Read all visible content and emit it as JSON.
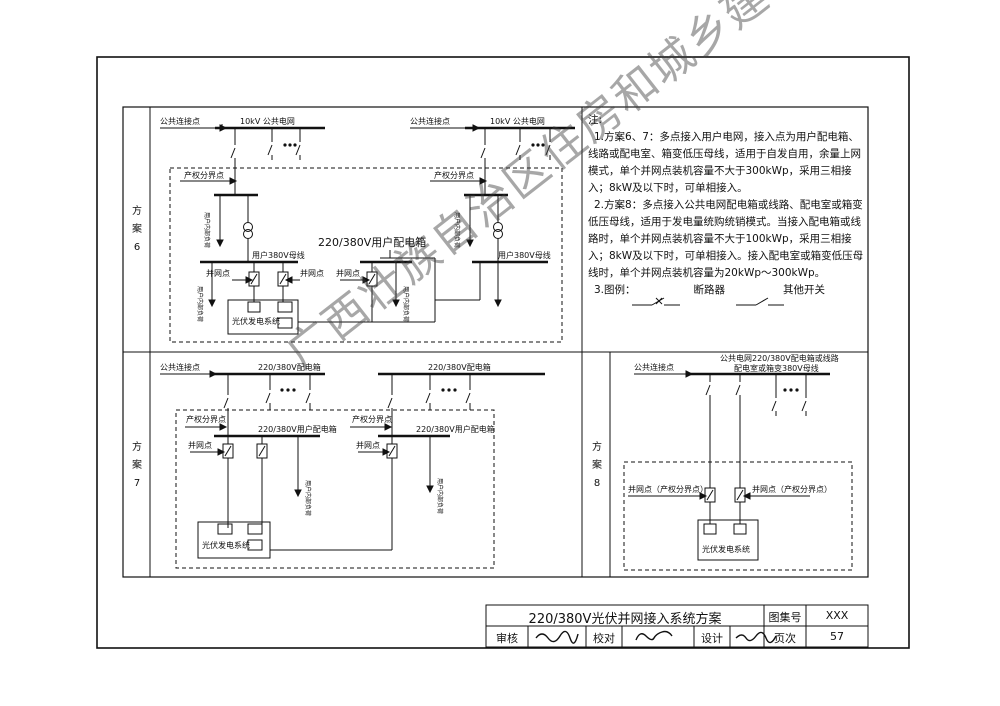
{
  "scheme_labels": {
    "s6": [
      "方",
      "案",
      "6"
    ],
    "s7": [
      "方",
      "案",
      "7"
    ],
    "s8": [
      "方",
      "案",
      "8"
    ]
  },
  "s6": {
    "left": {
      "pcc": "公共连接点",
      "grid": "10kV 公共电网",
      "boundary": "产权分界点",
      "user_bus": "用户380V母线",
      "gcp": "并网点",
      "load_a": "用户内部负荷",
      "load_b": "用户内部负荷",
      "pv": "光伏发电系统"
    },
    "right": {
      "pcc": "公共连接点",
      "grid": "10kV 公共电网",
      "boundary": "产权分界点",
      "user_bus": "用户380V母线",
      "load_a": "用户内部负荷",
      "load_b": "用户内部负荷"
    },
    "center_box": "220/380V用户配电箱",
    "center_gcp": "并网点"
  },
  "s7": {
    "left": {
      "pcc": "公共连接点",
      "box": "220/380V配电箱",
      "boundary": "产权分界点",
      "user_box": "220/380V用户配电箱",
      "gcp": "并网点",
      "load": "用户内部负荷",
      "pv": "光伏发电系统"
    },
    "right": {
      "box": "220/380V配电箱",
      "boundary": "产权分界点",
      "user_box": "220/380V用户配电箱",
      "gcp": "并网点",
      "load": "用户内部负荷"
    }
  },
  "s8": {
    "pcc": "公共连接点",
    "bus_line1": "公共电网220/380V配电箱或线路",
    "bus_line2": "配电室或箱变380V母线",
    "gcp_left": "并网点（产权分界点）",
    "gcp_right": "并网点（产权分界点）",
    "pv": "光伏发电系统"
  },
  "notes": {
    "heading": "注:",
    "n1": "1.方案6、7：多点接入用户电网，接入点为用户配电箱、线路或配电室、箱变低压母线，适用于自发自用，余量上网模式，单个并网点装机容量不大于300kWp，采用三相接入；8kW及以下时，可单相接入。",
    "n2": "2.方案8：多点接入公共电网配电箱或线路、配电室或箱变低压母线，适用于发电量统购统销模式。当接入配电箱或线路时，单个并网点装机容量不大于100kWp，采用三相接入；8kW及以下时，可单相接入。接入配电室或箱变低压母线时，单个并网点装机容量为20kWp～300kWp。",
    "n3_prefix": "3.图例：",
    "legend_breaker": "断路器",
    "legend_other": "其他开关"
  },
  "title_block": {
    "title": "220/380V光伏并网接入系统方案",
    "atlas_label": "图集号",
    "atlas_value": "XXX",
    "review_label": "审核",
    "check_label": "校对",
    "design_label": "设计",
    "page_label": "页次",
    "page_value": "57"
  },
  "watermark": "广西壮族自治区住房和城乡建设厅公开信息浏览专用"
}
